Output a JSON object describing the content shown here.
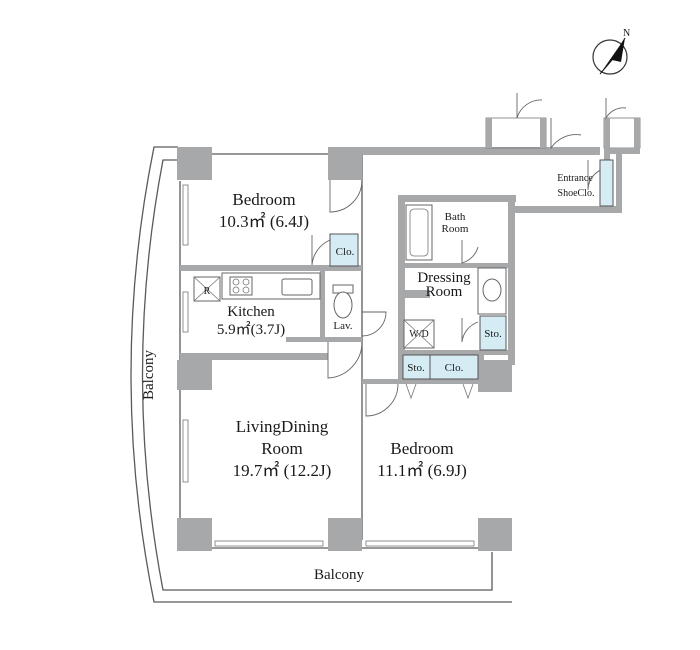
{
  "compass": {
    "label": "N"
  },
  "rooms": {
    "bedroom_top": {
      "name": "Bedroom",
      "area": "10.3㎡ (6.4J)"
    },
    "kitchen": {
      "name": "Kitchen",
      "area": "5.9㎡(3.7J)"
    },
    "living": {
      "line1": "LivingDining",
      "line2": "Room",
      "area": "19.7㎡ (12.2J)"
    },
    "bedroom_right": {
      "name": "Bedroom",
      "area": "11.1㎡ (6.9J)"
    },
    "bath": {
      "line1": "Bath",
      "line2": "Room"
    },
    "dressing": {
      "line1": "Dressing",
      "line2": "Room"
    },
    "entrance": {
      "line1": "Entrance",
      "line2": "ShoeClo."
    }
  },
  "fixtures": {
    "closet_top": "Clo.",
    "closet_bottom": "Clo.",
    "storage_left": "Sto.",
    "storage_right": "Sto.",
    "lavatory": "Lav.",
    "washer": "W/D",
    "refrigerator": "R"
  },
  "balconies": {
    "left": "Balcony",
    "bottom": "Balcony"
  }
}
